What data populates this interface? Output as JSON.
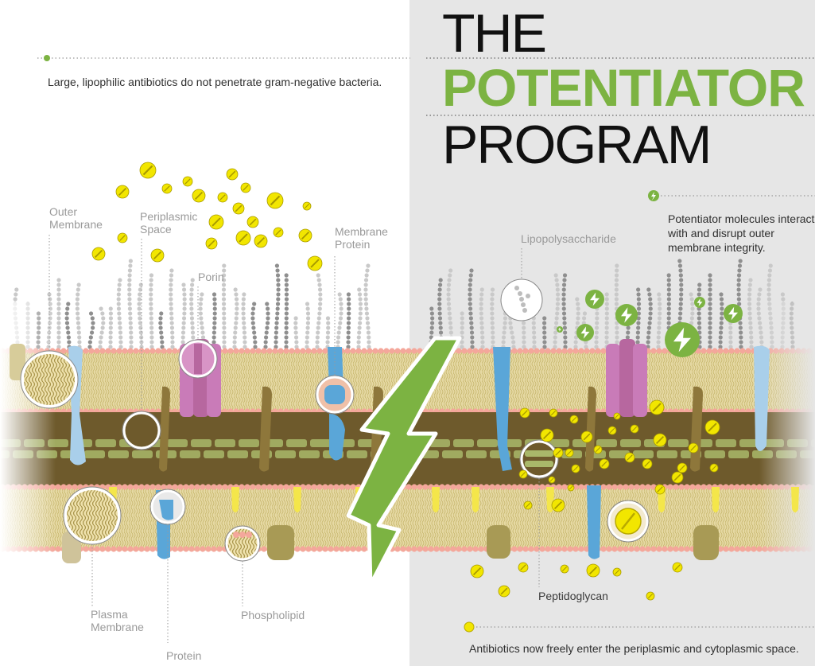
{
  "title": {
    "line1": "THE",
    "line2": "POTENTIATOR",
    "line3": "PROGRAM"
  },
  "captions": {
    "top_left": "Large, lipophilic antibiotics do not penetrate gram-negative bacteria.",
    "top_right": "Potentiator molecules interact with and disrupt outer membrane integrity.",
    "bottom_right": "Antibiotics now freely enter the periplasmic and cytoplasmic space."
  },
  "labels": {
    "outer_membrane": [
      "Outer",
      "Membrane"
    ],
    "periplasmic_space": [
      "Periplasmic",
      "Space"
    ],
    "porin": "Porin",
    "membrane_protein": [
      "Membrane",
      "Protein"
    ],
    "lipopolysaccharide": "Lipopolysaccharide",
    "plasma_membrane": [
      "Plasma",
      "Membrane"
    ],
    "protein": "Protein",
    "phospholipid": "Phospholipid",
    "peptidoglycan": "Peptidoglycan"
  },
  "colors": {
    "accent_green": "#7cb342",
    "antibiotic_yellow": "#f2e600",
    "bilayer_tan": "#d8c98a",
    "head_pink": "#f4a79b",
    "periplasm_brown": "#6e5a2c",
    "peptidoglycan_green": "#a9b86a",
    "porin_pink": "#c97bb8",
    "protein_blue": "#5aa6d8",
    "right_panel_gray": "#e6e6e6"
  },
  "icons": {
    "antibiotic": "pill-icon",
    "potentiator": "lightning-bolt-icon"
  }
}
